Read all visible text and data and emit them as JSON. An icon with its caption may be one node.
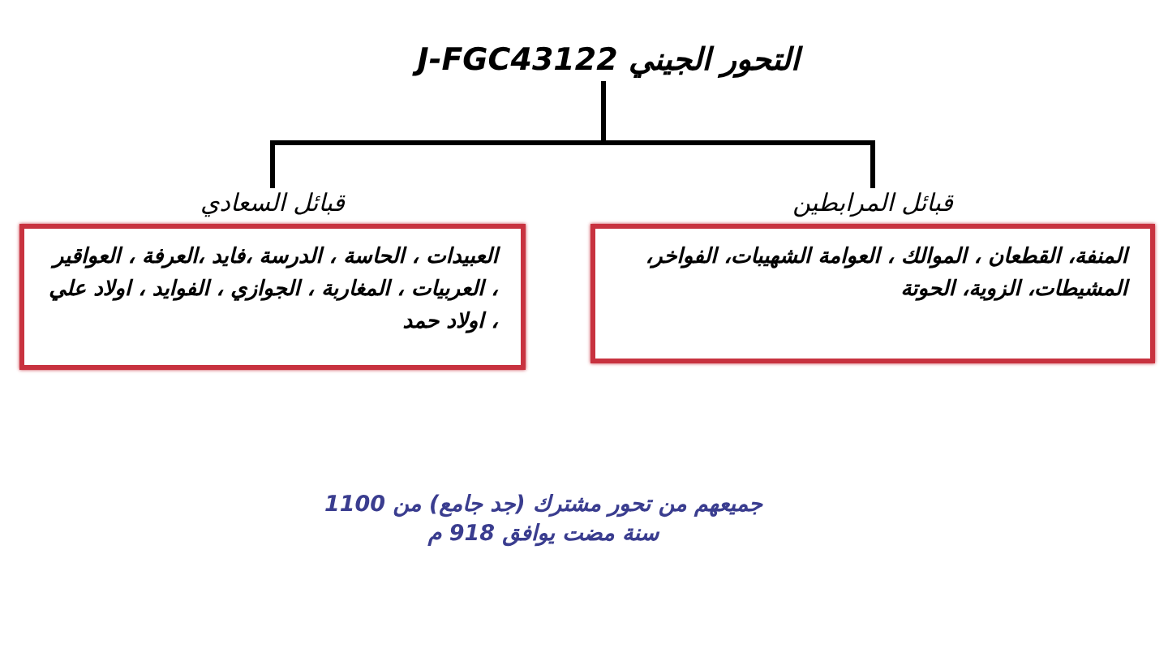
{
  "diagram": {
    "caption": "جميعهم من تحور مشترك (جد جامع) من 1100 سنة مضت يوافق 918 م",
    "nodes": [
      {
        "text": [
          "التحور الجيني J-FGC43122"
        ]
      },
      {
        "text": [
          "قبائل السعادي",
          "العبيدات ، الحاسة ، الدرسة ،فايد ،العرفة ، العواقير ، العربيات ، المغاربة ، الجوازي ، الفوايد ، اولاد علي ، اولاد حمد"
        ]
      },
      {
        "text": [
          "قبائل المرابطين",
          "المنفة، القطعان ، الموالك ، العوامة الشهيبات، الفواخر، المشيطات، الزوية، الحوتة"
        ]
      }
    ],
    "edges": [
      {
        "from": 0,
        "to": 1,
        "arrow": "none"
      },
      {
        "from": 0,
        "to": 2,
        "arrow": "none"
      }
    ]
  }
}
